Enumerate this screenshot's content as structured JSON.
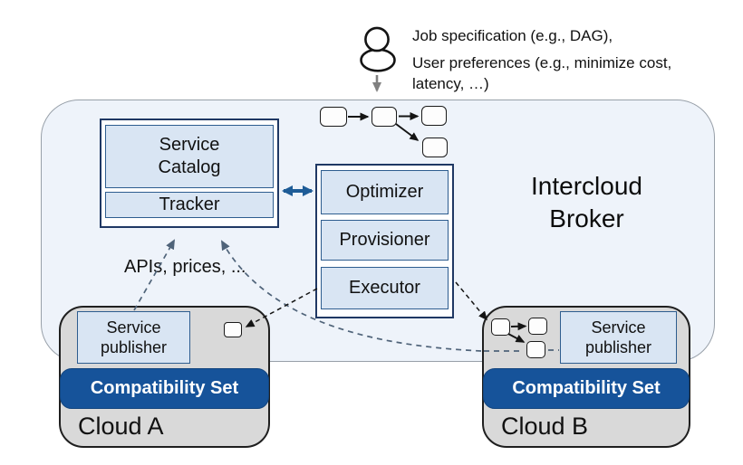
{
  "user_input": {
    "line1": "Job specification (e.g., DAG),",
    "line2": "User preferences (e.g., minimize cost,",
    "line3": "latency, …)"
  },
  "broker": {
    "title": "Intercloud Broker",
    "catalog": {
      "service_catalog": "Service Catalog",
      "tracker": "Tracker"
    },
    "engine": {
      "optimizer": "Optimizer",
      "provisioner": "Provisioner",
      "executor": "Executor"
    }
  },
  "annotations": {
    "apis_prices": "APIs, prices, ..."
  },
  "clouds": [
    {
      "name": "Cloud A",
      "service_publisher": "Service publisher",
      "compatibility_set": "Compatibility Set"
    },
    {
      "name": "Cloud B",
      "service_publisher": "Service publisher",
      "compatibility_set": "Compatibility Set"
    }
  ],
  "icons": {
    "user": "user-icon",
    "dag_nodes": "task-node"
  },
  "colors": {
    "broker_fill": "#eef3fa",
    "broker_border": "#98a0a9",
    "navy_border": "#1f3864",
    "light_blue_fill": "#d9e5f3",
    "light_blue_border": "#2e5d8f",
    "compatibility_bar": "#16539a",
    "cloud_fill": "#d9d9d9",
    "slate_dashed": "#4f6379",
    "blue_arrow": "#1e5c97",
    "grey_arrow": "#808080"
  }
}
